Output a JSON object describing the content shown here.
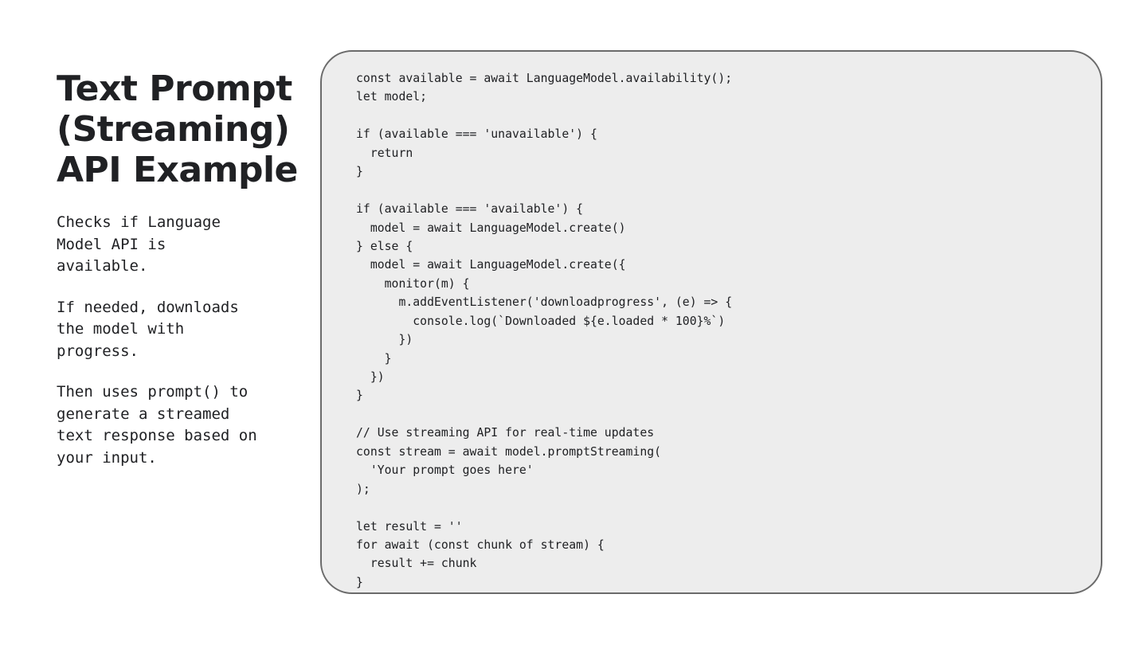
{
  "title": {
    "lines": [
      "Text Prompt",
      "(Streaming)",
      "API Example"
    ]
  },
  "description": {
    "paragraphs": [
      [
        "Checks if Language",
        "Model API is",
        "available."
      ],
      [
        "If needed, downloads",
        "the model with",
        "progress."
      ],
      [
        "Then uses prompt() to",
        "generate a streamed",
        "text response based on",
        "your input."
      ]
    ]
  },
  "code": {
    "lines": [
      "const available = await LanguageModel.availability();",
      "let model;",
      "",
      "if (available === 'unavailable') {",
      "  return",
      "}",
      "",
      "if (available === 'available') {",
      "  model = await LanguageModel.create()",
      "} else {",
      "  model = await LanguageModel.create({",
      "    monitor(m) {",
      "      m.addEventListener('downloadprogress', (e) => {",
      "        console.log(`Downloaded ${e.loaded * 100}%`)",
      "      })",
      "    }",
      "  })",
      "}",
      "",
      "// Use streaming API for real-time updates",
      "const stream = await model.promptStreaming(",
      "  'Your prompt goes here'",
      ");",
      "",
      "let result = ''",
      "for await (const chunk of stream) {",
      "  result += chunk",
      "}"
    ]
  }
}
